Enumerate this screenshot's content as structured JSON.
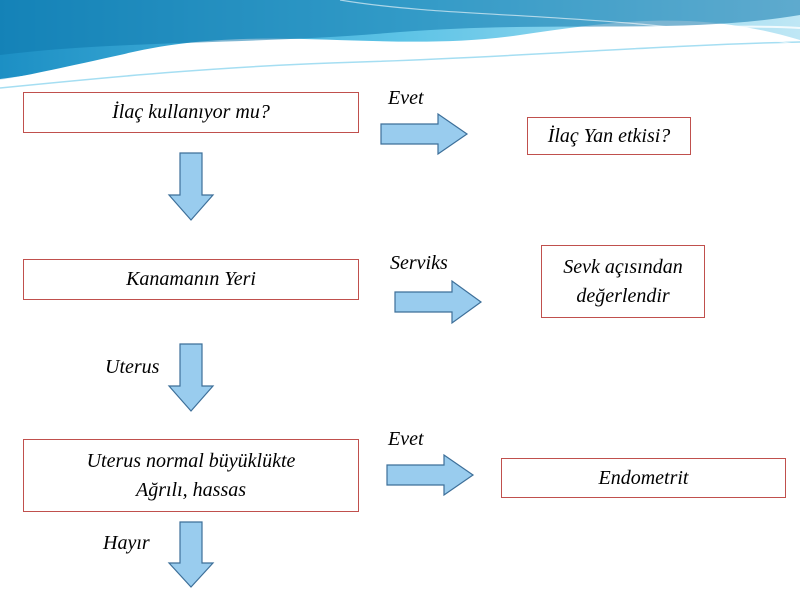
{
  "flowchart": {
    "steps": [
      {
        "question": "İlaç kullanıyor mu?",
        "branch_label": "Evet",
        "outcome": "İlaç Yan etkisi?"
      },
      {
        "question": "Kanamanın Yeri",
        "branch_label": "Serviks",
        "outcome_lines": [
          "Sevk açısından",
          "değerlendir"
        ],
        "down_label": "Uterus"
      },
      {
        "question_lines": [
          "Uterus normal büyüklükte",
          "Ağrılı, hassas"
        ],
        "branch_label": "Evet",
        "outcome": "Endometrit",
        "down_label": "Hayır"
      }
    ]
  },
  "colors": {
    "box_border": "#c0504d",
    "arrow_fill": "#99ccee",
    "arrow_stroke": "#3d6f99",
    "header_wave": "#2aa9d6"
  }
}
